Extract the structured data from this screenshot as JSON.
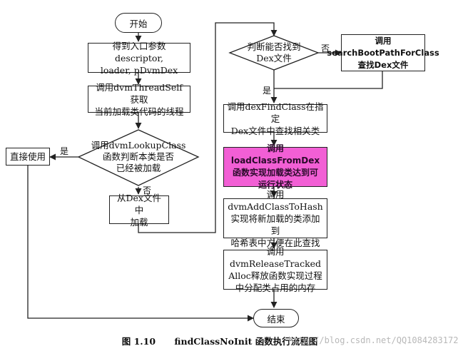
{
  "nodes": {
    "start": "开始",
    "get_params": "得到入口参数descriptor,\nloader, pDvmDex",
    "thread_self": "调用dvmThreadSelf获取\n当前加载类代码的线程",
    "lookup_class": "调用dvmLookupClass\n函数判断本类是否\n已经被加载",
    "direct_use": "直接使用",
    "load_from_dex": "从Dex文件中\n加载",
    "can_find_dex": "判断能否找到\nDex文件",
    "search_boot_path": "调用\nsearchBootPathForClass\n查找Dex文件",
    "dex_find_class": "调用dexFindClass在指定\nDex文件中查找相关类",
    "load_class_from_dex": "调用loadClassFromDex\n函数实现加载类达到可\n运行状态",
    "add_class_to_hash": "调用dvmAddClassToHash\n实现将新加载的类添加到\n哈希表中方便在此查找",
    "release_tracked": "调用dvmReleaseTracked\nAlloc释放函数实现过程\n中分配类占用的内存",
    "end": "结束"
  },
  "labels": {
    "lookup_yes": "是",
    "lookup_no": "否",
    "find_no": "否",
    "find_yes": "是"
  },
  "caption": {
    "figure": "图 1.10",
    "title": "findClassNoInit 函数执行流程图"
  },
  "watermark": "http://blog.csdn.net/QQ1084283172",
  "colors": {
    "highlight": "#f25fd5",
    "line": "#222222"
  }
}
